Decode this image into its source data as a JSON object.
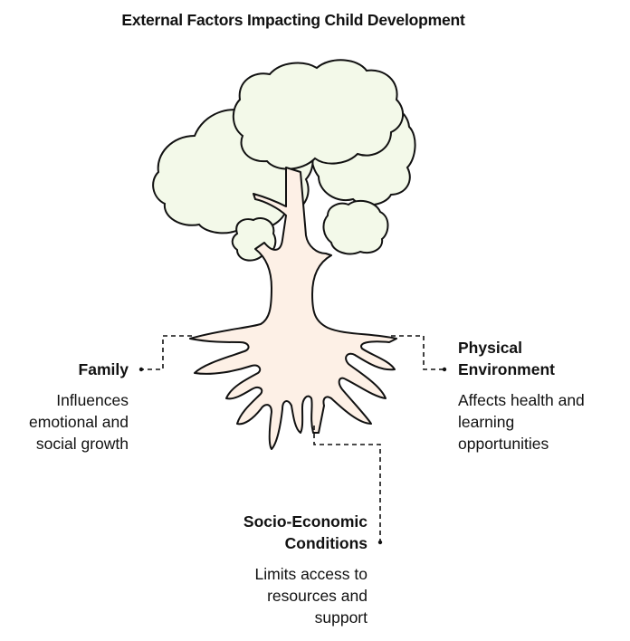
{
  "title": "External Factors Impacting Child Development",
  "colors": {
    "foliage": "#f3f9e9",
    "trunk": "#fdf0e6",
    "outline": "#111111"
  },
  "factors": [
    {
      "name": "Family",
      "description_lines": [
        "Influences",
        "emotional and",
        "social growth"
      ]
    },
    {
      "name_lines": [
        "Physical",
        "Environment"
      ],
      "description_lines": [
        "Affects health and",
        "learning",
        "opportunities"
      ]
    },
    {
      "name_lines": [
        "Socio-Economic",
        "Conditions"
      ],
      "description_lines": [
        "Limits access to",
        "resources and",
        "support"
      ]
    }
  ]
}
